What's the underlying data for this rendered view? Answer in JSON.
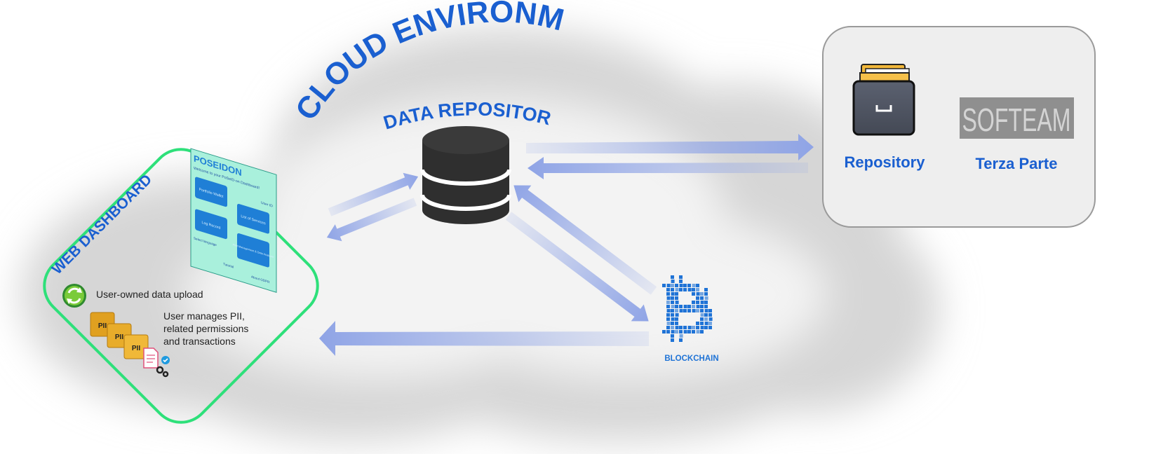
{
  "diagram": {
    "title": "CLOUD ENVIRONMENT",
    "data_repository_label": "DATA REPOSITORY",
    "web_dashboard_label": "WEB DASHBOARD",
    "blockchain_label": "BLOCKCHAIN",
    "third_party": {
      "repository_label": "Repository",
      "terza_parte_label": "Terza Parte",
      "softeam_logo_text": "SOFTEAM"
    },
    "dashboard_screen": {
      "brand": "POSEIDON",
      "welcome": "Welcome to your PoSeID-on Dashboard!",
      "user_id": "User ID",
      "tiles": [
        "Portfolio Wallet",
        "List of Services",
        "Log Record",
        "Pilot Management & Data Analyzer"
      ],
      "footer": [
        "Select language",
        "Tutorial",
        "About GDPR"
      ]
    },
    "features": {
      "upload": "User-owned data upload",
      "manage_line1": "User manages PII,",
      "manage_line2": "related permissions",
      "manage_line3": "and transactions",
      "pii_badge": "PII"
    },
    "colors": {
      "accent_blue": "#1a5fd0",
      "dashboard_border": "#2ee07a",
      "arrow_blue": "#8fa4e6",
      "screen_bg": "#a9f0dc",
      "screen_tile": "#1f7fd6",
      "box_border": "#9a9a9a",
      "box_fill": "#eeeeee",
      "db_dark": "#2f2f2f"
    }
  }
}
